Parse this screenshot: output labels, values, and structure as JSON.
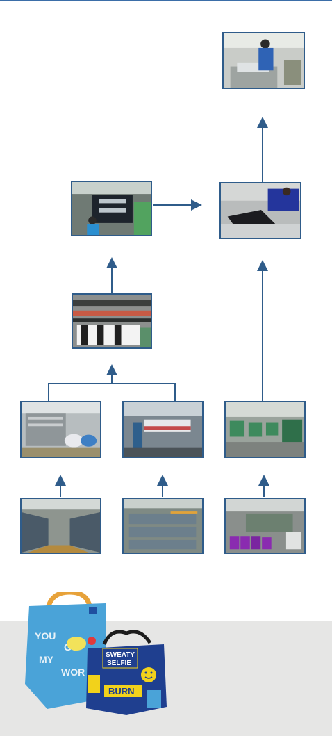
{
  "diagram": {
    "title": "",
    "steps": [
      {
        "id": "final-inspection",
        "icon": "worker-inspecting-bags-photo"
      },
      {
        "id": "sewing",
        "icon": "bag-sewing-photo"
      },
      {
        "id": "printing",
        "icon": "print-operator-photo"
      },
      {
        "id": "lamination",
        "icon": "laminating-machine-photo"
      },
      {
        "id": "extrusion",
        "icon": "yarn-extrusion-photo"
      },
      {
        "id": "coating",
        "icon": "fabric-coating-photo"
      },
      {
        "id": "weaving",
        "icon": "loom-hall-photo"
      },
      {
        "id": "yarn-storage",
        "icon": "bobbin-racks-photo"
      },
      {
        "id": "roll-storage",
        "icon": "warehouse-rolls-photo"
      },
      {
        "id": "thread-stock",
        "icon": "purple-spools-photo"
      }
    ]
  },
  "products": {
    "bag1": {
      "color": "#4aa3d8",
      "handle_color": "#e7a23a",
      "lines": [
        "YOU",
        "GU",
        "MY",
        "WOR"
      ]
    },
    "bag2": {
      "color": "#1f3f8f",
      "accent": "#f2d21b",
      "lines": [
        "SWEATY",
        "SELFIE",
        "BURN"
      ]
    }
  },
  "colors": {
    "arrow": "#2f5c8a",
    "frame": "#2f5c8a",
    "band": "#e6e6e5"
  }
}
